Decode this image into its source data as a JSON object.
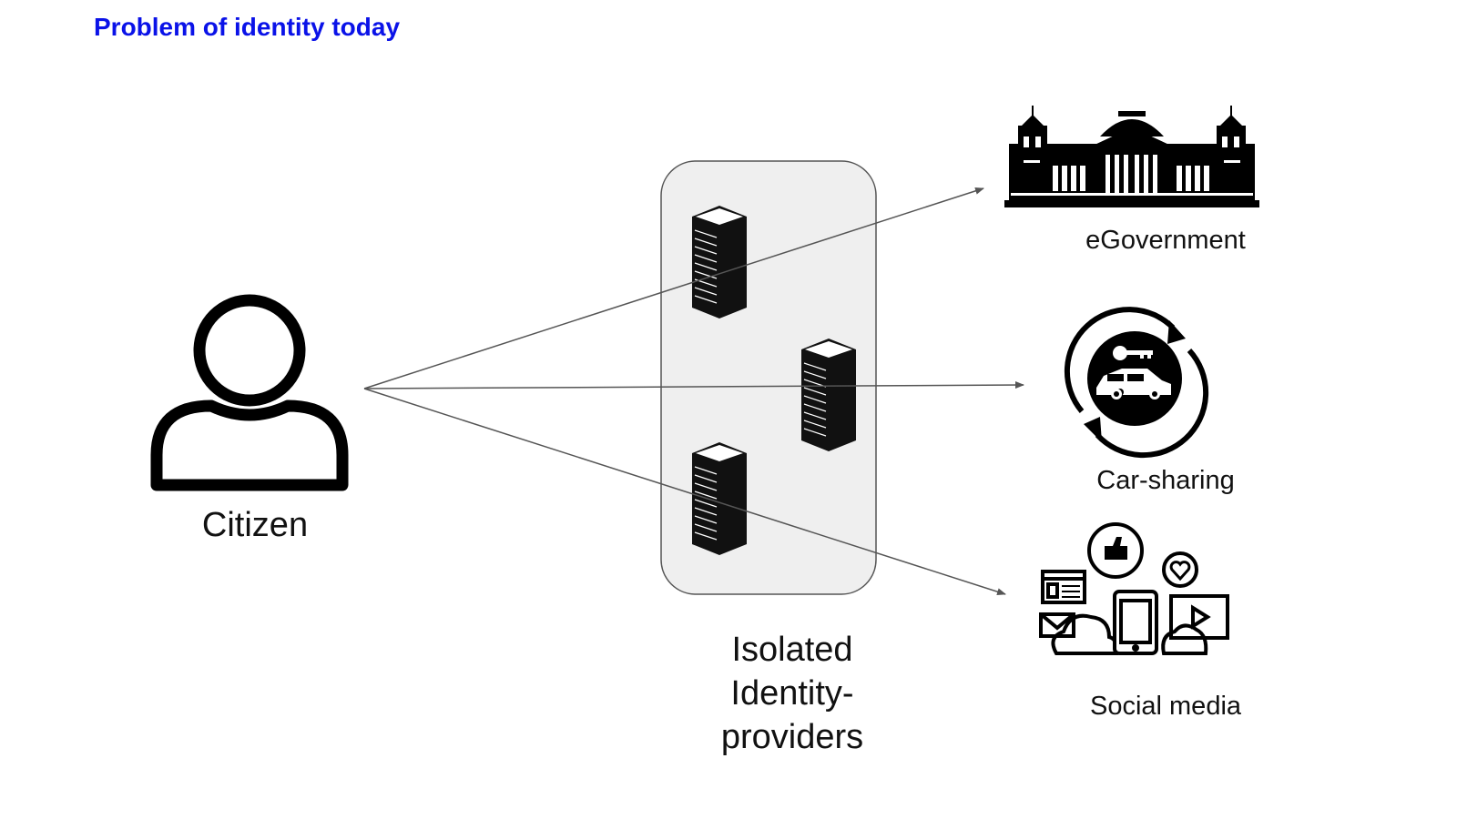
{
  "title": "Problem of identity today",
  "nodes": {
    "citizen": {
      "label": "Citizen",
      "icon": "person-icon"
    },
    "identity_providers": {
      "label_line1": "Isolated",
      "label_line2": "Identity-",
      "label_line3": "providers",
      "icon": "server-icon"
    },
    "egovernment": {
      "label": "eGovernment",
      "icon": "parliament-building-icon"
    },
    "car_sharing": {
      "label": "Car-sharing",
      "icon": "car-sharing-icon"
    },
    "social_media": {
      "label": "Social media",
      "icon": "social-media-icon"
    }
  },
  "edges": [
    {
      "from": "citizen",
      "to": "egovernment"
    },
    {
      "from": "citizen",
      "to": "car_sharing"
    },
    {
      "from": "citizen",
      "to": "social_media"
    }
  ],
  "colors": {
    "title": "#0a12e8",
    "container_fill": "#efefef",
    "container_stroke": "#555555",
    "arrow": "#555555"
  }
}
